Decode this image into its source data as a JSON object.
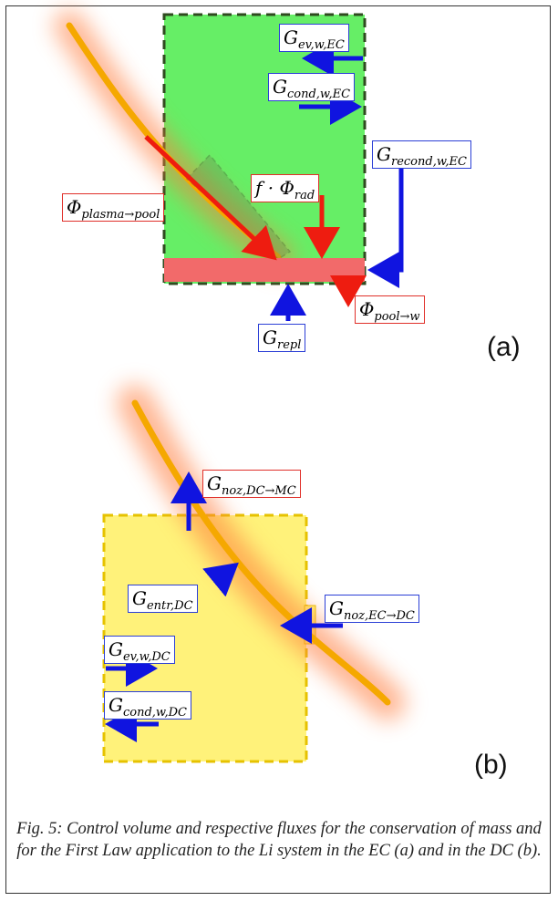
{
  "panel_a": {
    "tag": "(a)",
    "labels": {
      "g_ev_w_ec": {
        "main": "G",
        "sub": "ev,w,EC"
      },
      "g_cond_w_ec": {
        "main": "G",
        "sub": "cond,w,EC"
      },
      "g_recond_w_ec": {
        "main": "G",
        "sub": "recond,w,EC"
      },
      "f_phi_rad": {
        "main": "f · Φ",
        "sub": "rad"
      },
      "phi_plasma_pool": {
        "main": "Φ",
        "sub": "plasma→pool"
      },
      "phi_pool_w": {
        "main": "Φ",
        "sub": "pool→w"
      },
      "g_repl": {
        "main": "G",
        "sub": "repl"
      }
    }
  },
  "panel_b": {
    "tag": "(b)",
    "labels": {
      "g_noz_dc_mc": {
        "main": "G",
        "sub": "noz,DC→MC"
      },
      "g_entr_dc": {
        "main": "G",
        "sub": "entr,DC"
      },
      "g_noz_ec_dc": {
        "main": "G",
        "sub": "noz,EC→DC"
      },
      "g_ev_w_dc": {
        "main": "G",
        "sub": "ev,w,DC"
      },
      "g_cond_w_dc": {
        "main": "G",
        "sub": "cond,w,DC"
      }
    }
  },
  "caption": "Fig. 5: Control volume and respective fluxes for the conservation of mass and for the First Law application to the Li system in the EC (a) and in the DC (b).",
  "colors": {
    "ec_volume": "#66ee66",
    "dc_volume": "#fff27a",
    "pool": "#f26a6a",
    "plasma_beam": "#f5a800",
    "blue_arrow": "#1014e0",
    "red_arrow": "#ee1c10"
  }
}
